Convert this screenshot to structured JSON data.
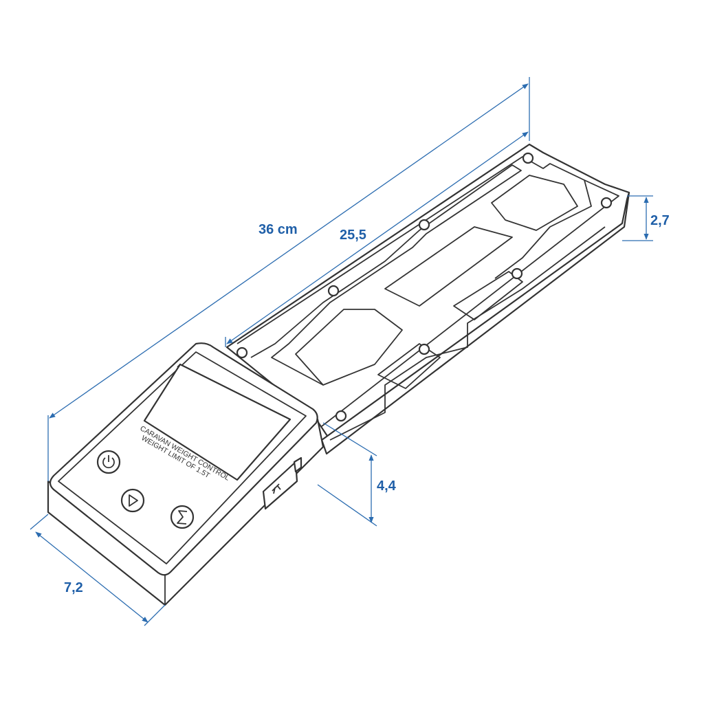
{
  "dimensions": {
    "total_length": "36 cm",
    "plate_length": "25,5",
    "plate_height": "2,7",
    "device_height": "4,4",
    "device_width": "7,2"
  },
  "device": {
    "text_line1": "CARAVAN WEIGHT CONTROL",
    "text_line2": "WEIGHT LIMIT OF 1.5T",
    "buttons": [
      "power-icon",
      "play-icon",
      "sigma-icon"
    ],
    "port": "usb-icon"
  },
  "colors": {
    "dimension": "#1f5fa8",
    "outline": "#333333"
  }
}
